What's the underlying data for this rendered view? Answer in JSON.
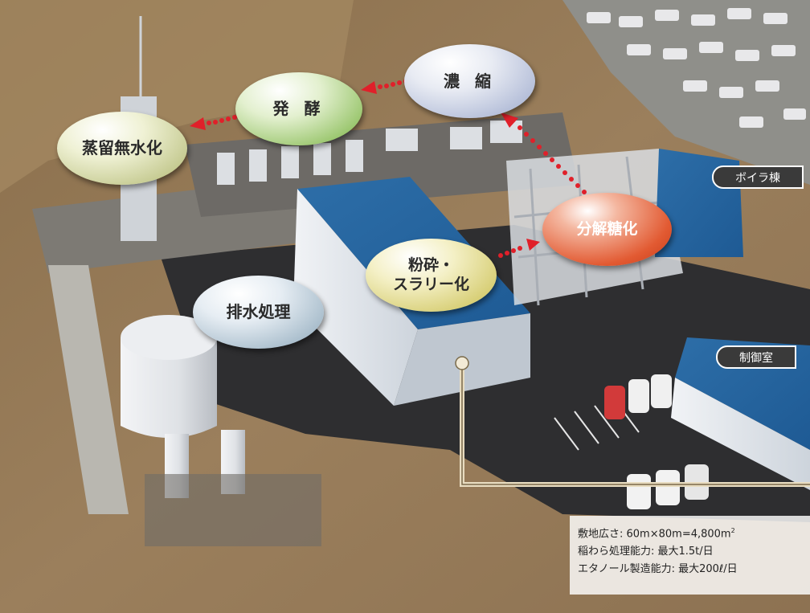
{
  "labels": {
    "concentrate": "濃 縮",
    "ferment": "発 酵",
    "distill": "蒸留無水化",
    "hydrolysis": "分解糖化",
    "milling_1": "粉砕・",
    "milling_2": "スラリー化",
    "wastewater": "排水処理",
    "boiler": "ボイラ棟",
    "control": "制御室"
  },
  "specs": {
    "area_prefix": "敷地広さ: 60m×80m=4,800m",
    "area_sup": "2",
    "straw_capacity": "稲わら処理能力: 最大1.5t/日",
    "ethanol_capacity": "エタノール製造能力: 最大200ℓ/日"
  },
  "colors": {
    "arrow": "#e0202a",
    "pointer": "#e8dcc0",
    "tag_bg": "#3a3a3a"
  }
}
